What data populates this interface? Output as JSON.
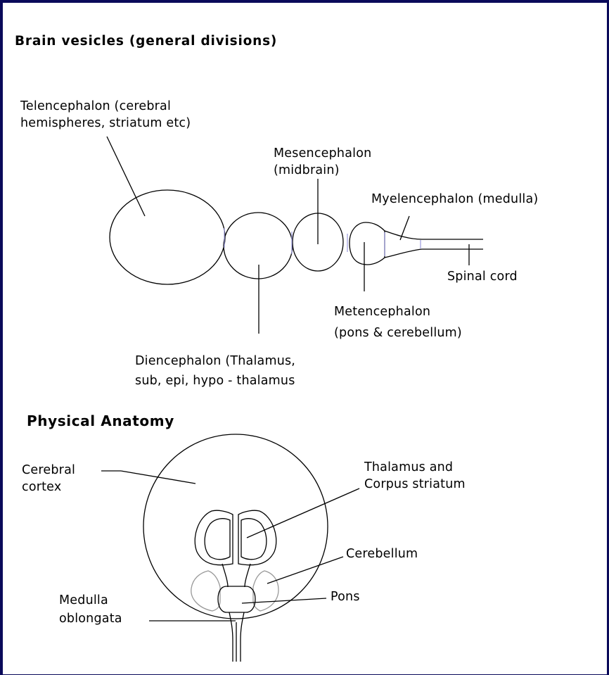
{
  "vesicles": {
    "title": "Brain vesicles (general divisions)",
    "telencephalon": [
      "Telencephalon (cerebral",
      "hemispheres, striatum etc)"
    ],
    "mesencephalon": [
      "Mesencephalon",
      "(midbrain)"
    ],
    "myelencephalon": "Myelencephalon (medulla)",
    "spinal_cord": "Spinal cord",
    "metencephalon": [
      "Metencephalon",
      "(pons & cerebellum)"
    ],
    "diencephalon": [
      "Diencephalon (Thalamus,",
      "sub, epi, hypo - thalamus"
    ]
  },
  "anatomy": {
    "title": "Physical Anatomy",
    "cerebral_cortex": [
      "Cerebral",
      "cortex"
    ],
    "thalamus": [
      "Thalamus and",
      "Corpus striatum"
    ],
    "cerebellum": "Cerebellum",
    "pons": "Pons",
    "medulla": [
      "Medulla",
      "oblongata"
    ]
  },
  "colors": {
    "frame": "#0a0a5a",
    "line": "#000000",
    "junction": "#9999dd",
    "cerebellum_outline": "#999999"
  }
}
